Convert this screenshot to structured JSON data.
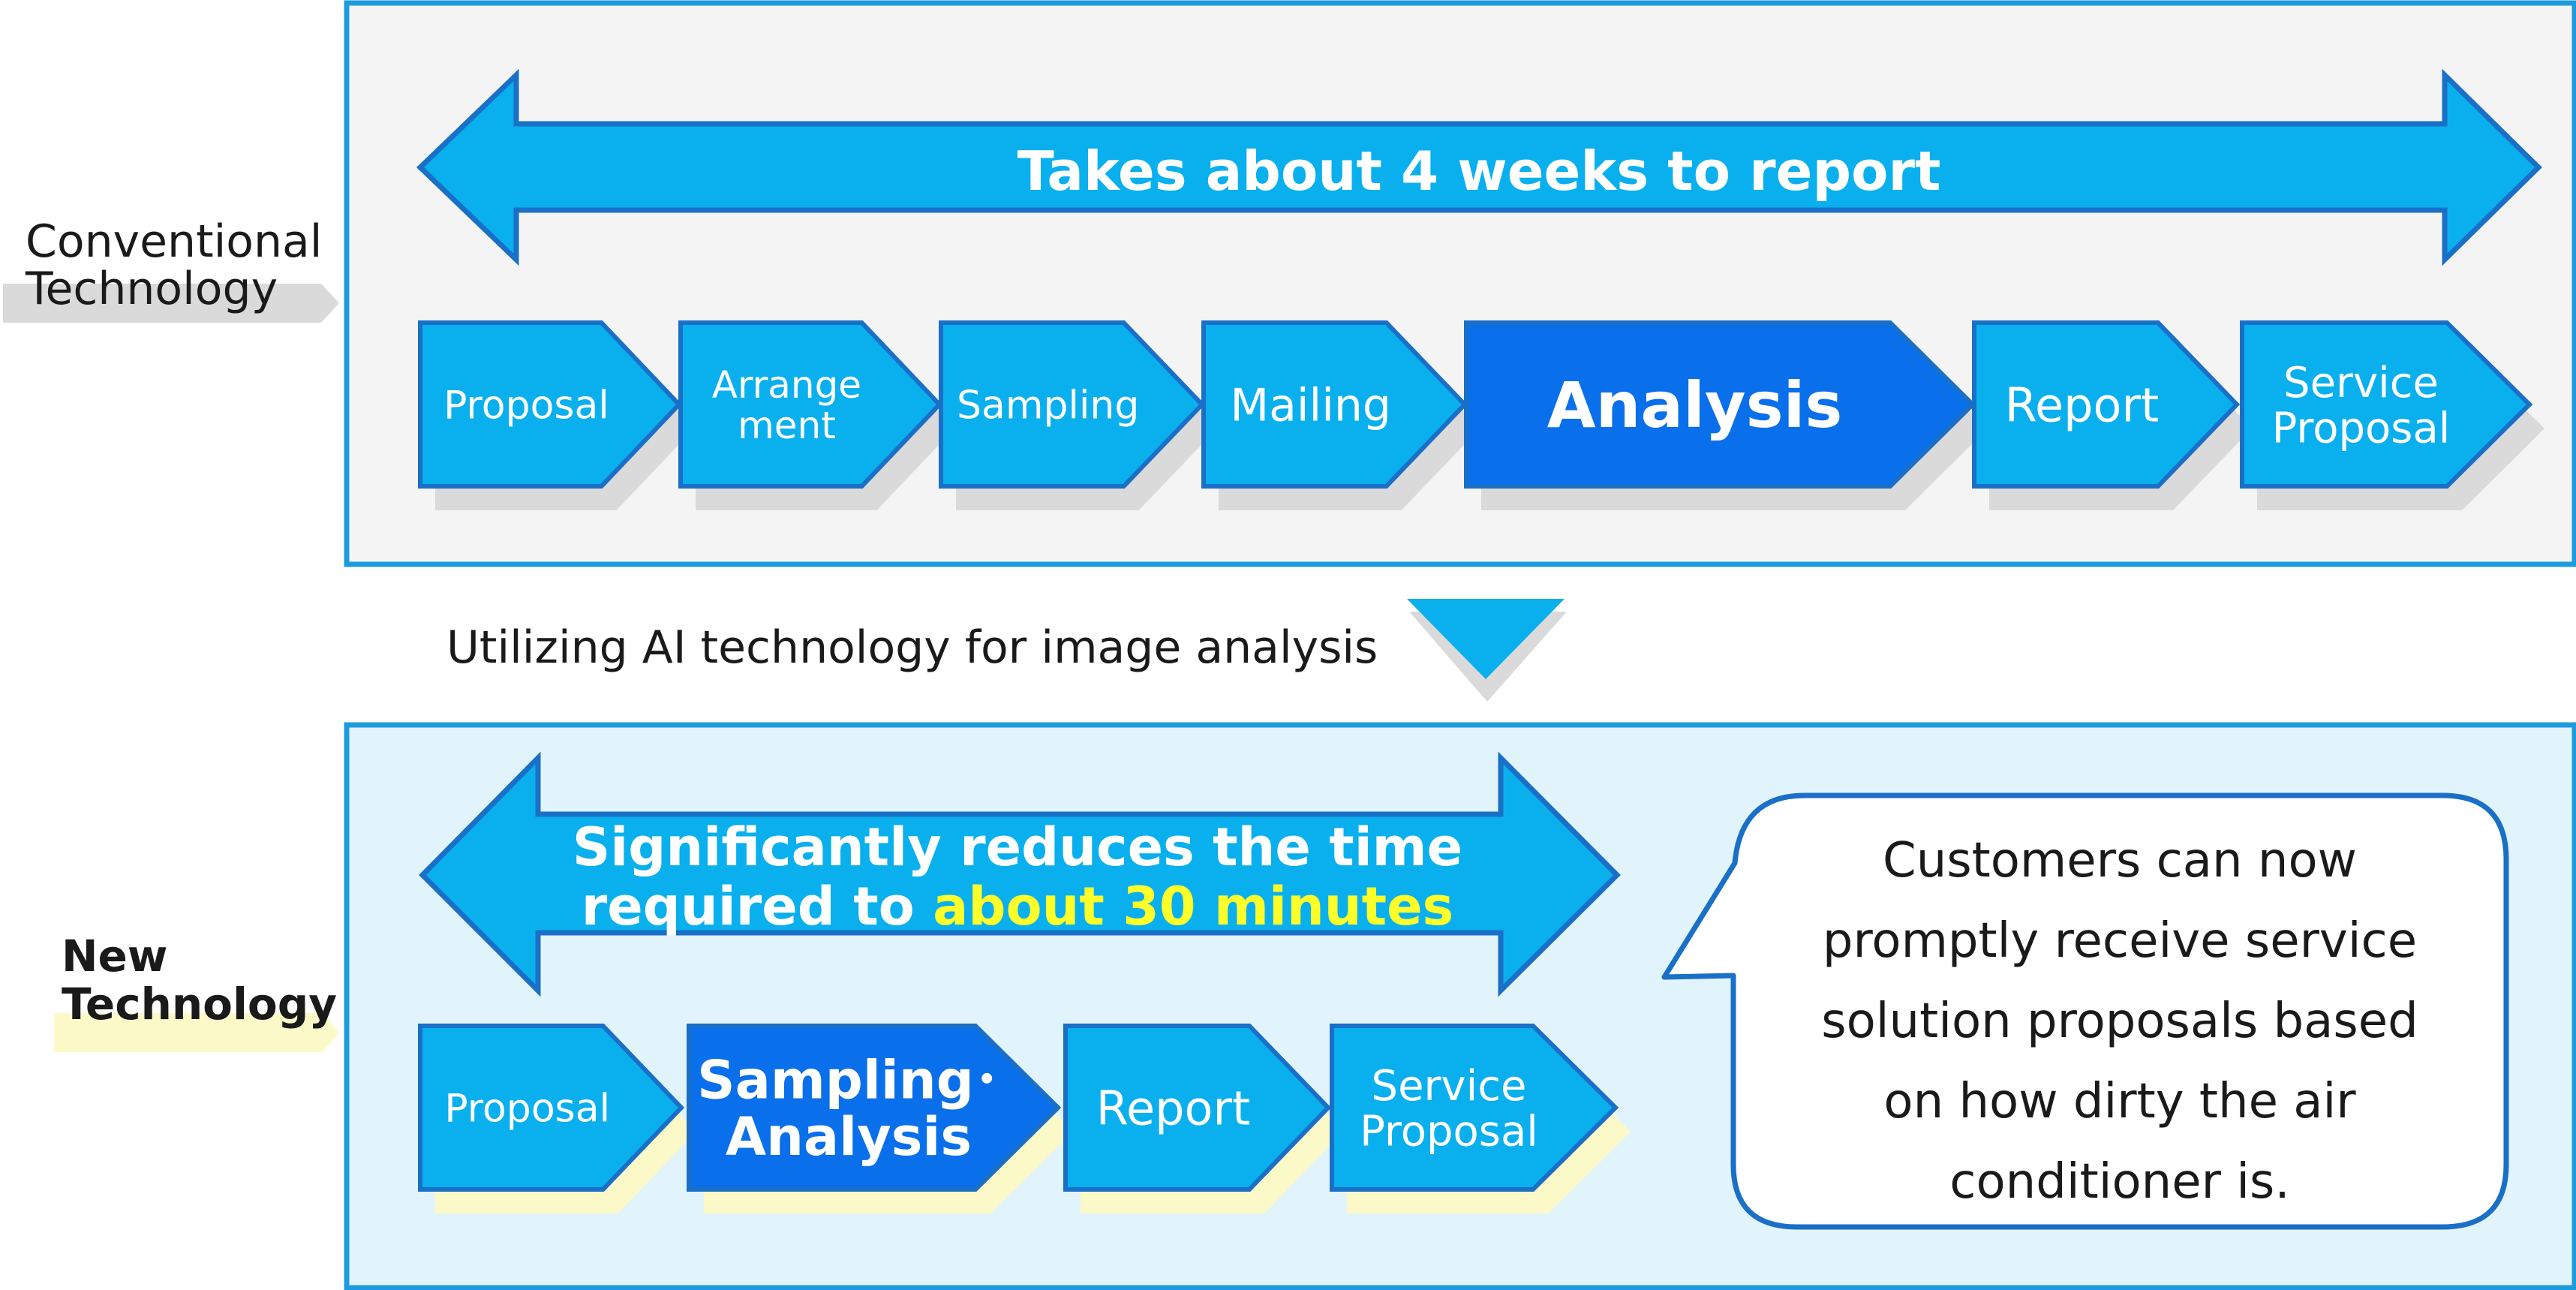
{
  "colors": {
    "arrow_fill": "#0AB0EE",
    "arrow_stroke": "#1A6FC6",
    "highlight_step": "#0A6FEA",
    "panel_border": "#1E9BDD",
    "panel_top_bg": "#F4F4F4",
    "panel_bottom_bg": "#E2F4FB",
    "shadow_grey": "#DADADA",
    "shadow_yellow": "#FCF9C8",
    "highlight_text": "#FFFF2A",
    "bubble_border": "#1A6FC6"
  },
  "conventional": {
    "label_line1": "Conventional",
    "label_line2": "Technology",
    "duration_text": "Takes about 4 weeks to report",
    "steps": [
      {
        "lines": [
          "Proposal"
        ],
        "highlight": false
      },
      {
        "lines": [
          "Arrange",
          "ment"
        ],
        "highlight": false
      },
      {
        "lines": [
          "Sampling"
        ],
        "highlight": false
      },
      {
        "lines": [
          "Mailing"
        ],
        "highlight": false
      },
      {
        "lines": [
          "Analysis"
        ],
        "highlight": true
      },
      {
        "lines": [
          "Report"
        ],
        "highlight": false
      },
      {
        "lines": [
          "Service",
          "Proposal"
        ],
        "highlight": false
      }
    ]
  },
  "transition": {
    "text": "Utilizing AI technology for image analysis"
  },
  "new_tech": {
    "label_line1": "New",
    "label_line2": "Technology",
    "duration_line1": "Significantly reduces the time",
    "duration_line2_prefix": "required to ",
    "duration_line2_highlight": "about 30 minutes",
    "steps": [
      {
        "lines": [
          "Proposal"
        ],
        "highlight": false
      },
      {
        "lines": [
          "Sampling･",
          "Analysis"
        ],
        "highlight": true
      },
      {
        "lines": [
          "Report"
        ],
        "highlight": false
      },
      {
        "lines": [
          "Service",
          "Proposal"
        ],
        "highlight": false
      }
    ],
    "callout_lines": [
      "Customers can now",
      "promptly receive service",
      "solution proposals based",
      "on how dirty the air",
      "conditioner is."
    ]
  }
}
